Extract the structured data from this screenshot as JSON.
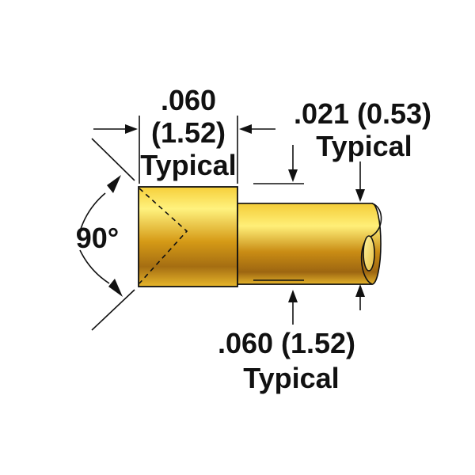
{
  "labels": {
    "head_diameter": ".060",
    "head_diameter_mm": "(1.52)",
    "head_typical": "Typical",
    "tail_diameter": ".021 (0.53)",
    "tail_typical": "Typical",
    "head_length": ".060 (1.52)",
    "head_length_typical": "Typical",
    "angle": "90°"
  },
  "colors": {
    "gold_light": "#fff07a",
    "gold_mid": "#e8b81e",
    "gold_dark": "#9a6410",
    "line": "#111111",
    "background": "#ffffff"
  }
}
